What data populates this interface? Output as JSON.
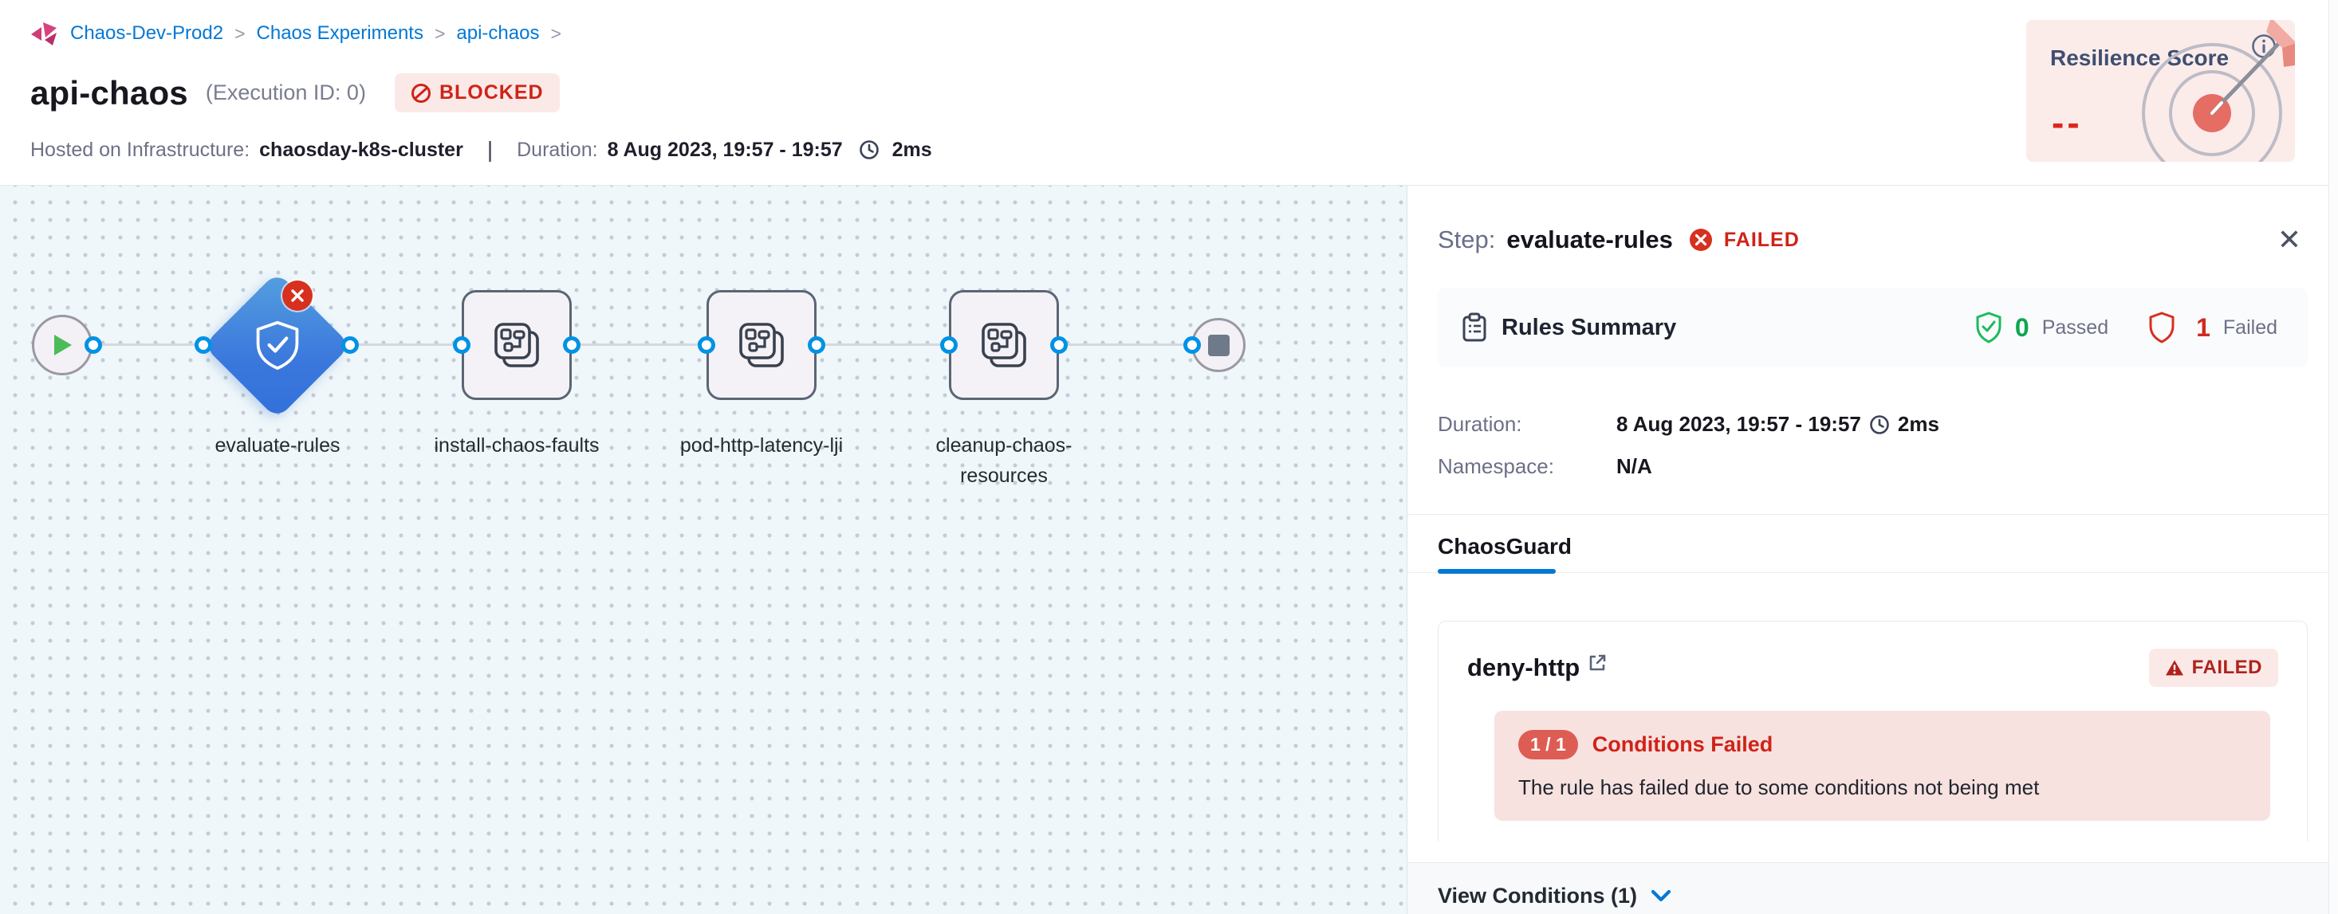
{
  "breadcrumb": {
    "separator": ">",
    "items": [
      "Chaos-Dev-Prod2",
      "Chaos Experiments",
      "api-chaos"
    ]
  },
  "header": {
    "title": "api-chaos",
    "execution_id": "(Execution ID: 0)",
    "status_badge": "BLOCKED",
    "infra_label": "Hosted on Infrastructure:",
    "infra_value": "chaosday-k8s-cluster",
    "duration_label": "Duration:",
    "duration_value": "8 Aug 2023, 19:57 - 19:57",
    "duration_ms": "2ms"
  },
  "resilience": {
    "title": "Resilience Score",
    "value": "--"
  },
  "pipeline": {
    "nodes": [
      {
        "label": "evaluate-rules",
        "type": "chaosguard-diamond",
        "status": "failed"
      },
      {
        "label": "install-chaos-faults",
        "type": "step"
      },
      {
        "label": "pod-http-latency-lji",
        "type": "step"
      },
      {
        "label": "cleanup-chaos-resources",
        "type": "step"
      }
    ]
  },
  "panel": {
    "step_label": "Step:",
    "step_name": "evaluate-rules",
    "step_status": "FAILED",
    "close_label": "✕",
    "rules_summary": {
      "title": "Rules Summary",
      "passed_count": "0",
      "passed_label": "Passed",
      "failed_count": "1",
      "failed_label": "Failed"
    },
    "duration": {
      "label": "Duration:",
      "value": "8 Aug 2023, 19:57 - 19:57",
      "ms": "2ms"
    },
    "namespace": {
      "label": "Namespace:",
      "value": "N/A"
    },
    "tab": "ChaosGuard",
    "rule_card": {
      "name": "deny-http",
      "status": "FAILED",
      "conditions_ratio": "1 / 1",
      "conditions_title": "Conditions Failed",
      "conditions_message": "The rule has failed due to some conditions not being met",
      "footer": "View Conditions (1)"
    }
  },
  "colors": {
    "accent_blue": "#0278d5",
    "danger_red": "#cf2318",
    "success_green": "#0ca750",
    "node_blue": "#3b78dd",
    "brand_pink": "#d6447e",
    "canvas_bg": "#eff7fa",
    "badge_bg": "#fbe9e7"
  }
}
